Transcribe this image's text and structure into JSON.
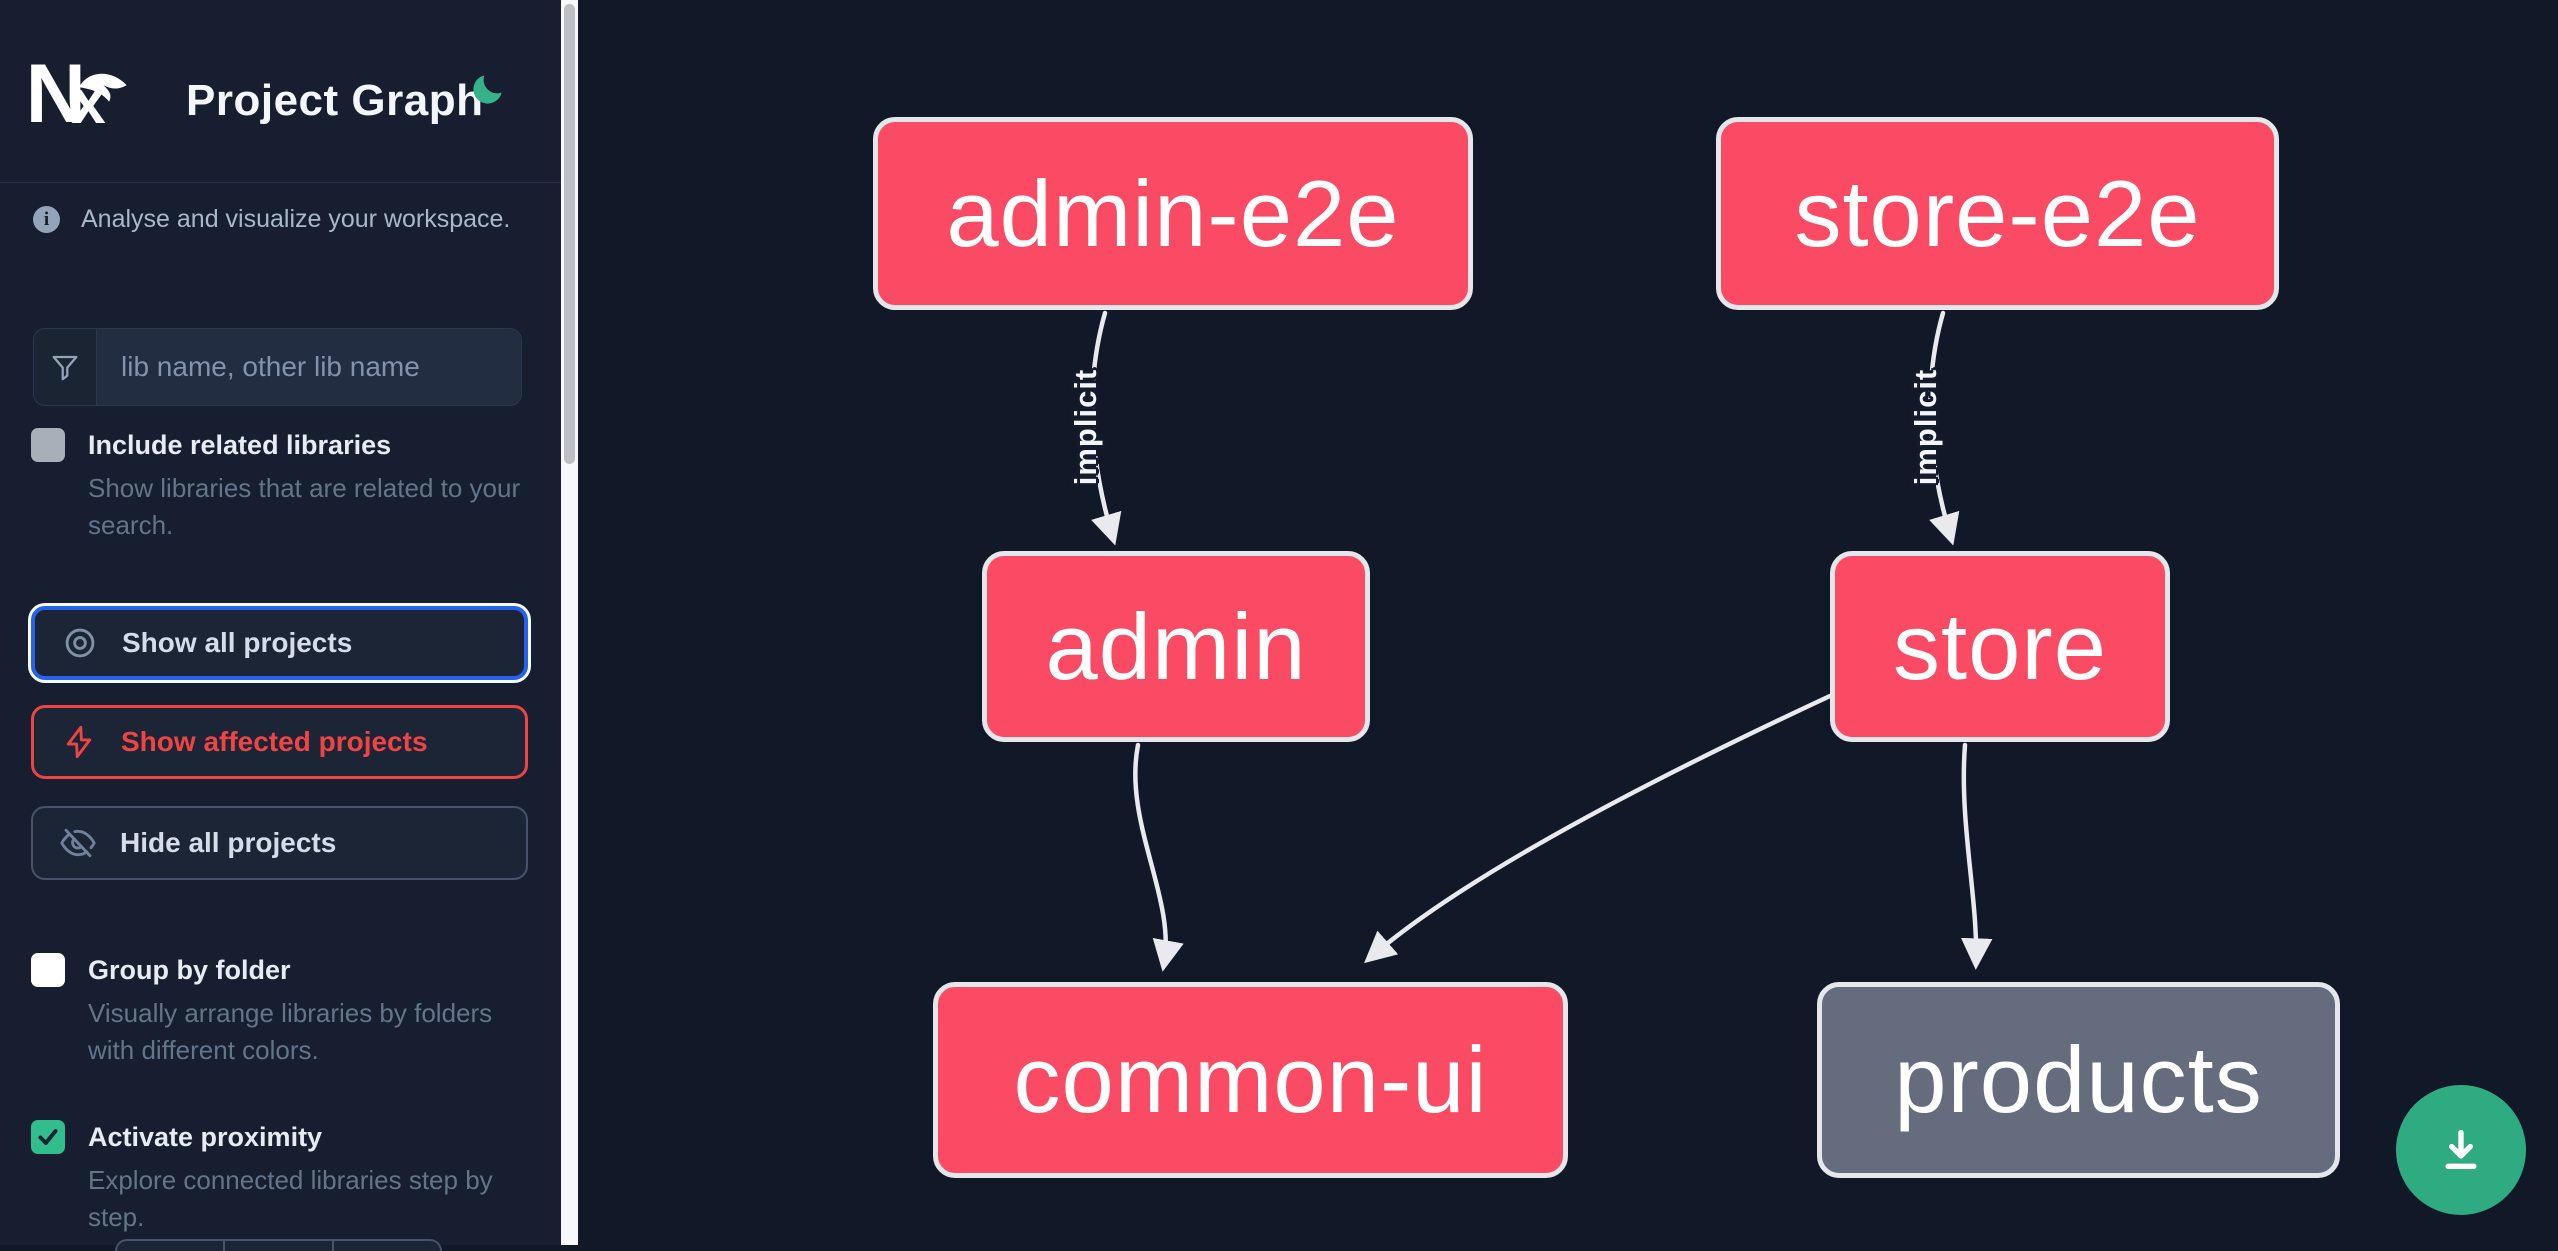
{
  "header": {
    "app_title": "Project Graph"
  },
  "sidebar": {
    "info_text": "Analyse and visualize your workspace.",
    "search_placeholder": "lib name, other lib name",
    "include_related": {
      "label": "Include related libraries",
      "description": "Show libraries that are related to your search.",
      "checked": false
    },
    "actions": {
      "show_all": "Show all projects",
      "show_affected": "Show affected projects",
      "hide_all": "Hide all projects"
    },
    "group_by_folder": {
      "label": "Group by folder",
      "description": "Visually arrange libraries by folders with different colors.",
      "checked": false
    },
    "activate_proximity": {
      "label": "Activate proximity",
      "description": "Explore connected libraries step by step.",
      "checked": true
    }
  },
  "graph": {
    "nodes": [
      {
        "id": "admin-e2e",
        "label": "admin-e2e",
        "style": "pink"
      },
      {
        "id": "store-e2e",
        "label": "store-e2e",
        "style": "pink"
      },
      {
        "id": "admin",
        "label": "admin",
        "style": "pink"
      },
      {
        "id": "store",
        "label": "store",
        "style": "pink"
      },
      {
        "id": "common-ui",
        "label": "common-ui",
        "style": "pink"
      },
      {
        "id": "products",
        "label": "products",
        "style": "gray"
      }
    ],
    "edges": [
      {
        "source": "admin-e2e",
        "target": "admin",
        "label": "implicit"
      },
      {
        "source": "store-e2e",
        "target": "store",
        "label": "implicit"
      },
      {
        "source": "admin",
        "target": "common-ui",
        "label": ""
      },
      {
        "source": "store",
        "target": "common-ui",
        "label": ""
      },
      {
        "source": "store",
        "target": "products",
        "label": ""
      }
    ]
  },
  "icons": {
    "theme_toggle": "moon-icon",
    "info": "info-icon",
    "search": "funnel-icon",
    "show_all": "eye-icon",
    "show_affected": "bolt-icon",
    "hide_all": "eye-off-icon",
    "download": "download-icon"
  },
  "colors": {
    "node_pink": "#fb4a64",
    "node_gray": "#656c7d",
    "node_border": "#e5e7ea",
    "accent_green": "#35b287",
    "affected_red": "#ef4444",
    "focus_blue": "#2563eb",
    "sidebar_bg": "#161e30",
    "canvas_bg": "#111827"
  }
}
